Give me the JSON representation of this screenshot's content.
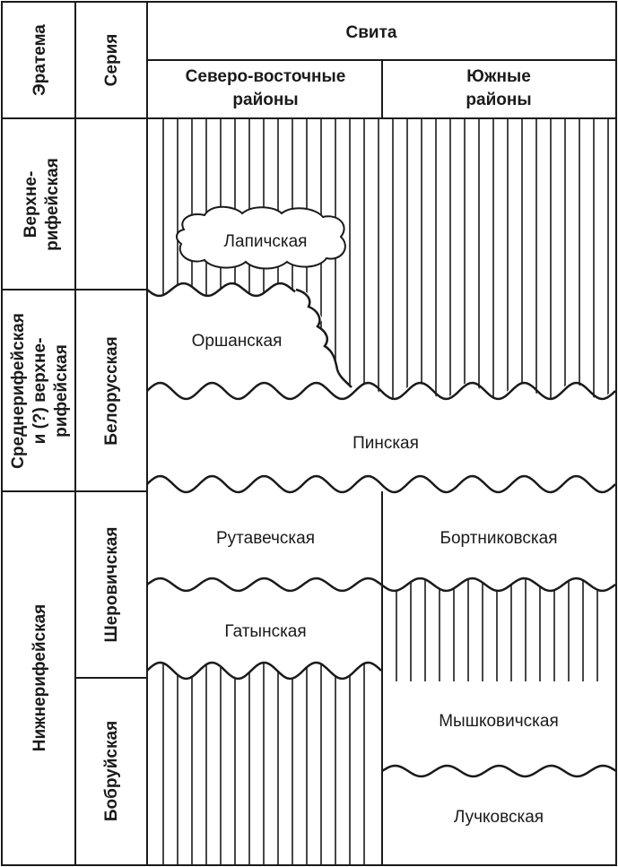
{
  "header": {
    "eratema": "Эратема",
    "seria": "Серия",
    "svita": "Свита",
    "northeast": [
      "Северо-восточные",
      "районы"
    ],
    "south": [
      "Южные",
      "районы"
    ]
  },
  "eratemas": {
    "upper": [
      "Верхне-",
      "рифейская"
    ],
    "middle": [
      "Среднерифейская",
      "и (?) верхне-",
      "рифейская"
    ],
    "lower": "Нижнерифейская"
  },
  "series": {
    "belorusskaya": "Белорусская",
    "sherovichskaya": "Шеровичская",
    "bobruyskaya": "Бобруйская"
  },
  "formations": {
    "lapichskaya": "Лапичская",
    "orshanskaya": "Оршанская",
    "pinskaya": "Пинская",
    "rutavechskaya": "Рутавечская",
    "bortnikovskaya": "Бортниковская",
    "gatynskaya": "Гатынская",
    "myshkovichskaya": "Мышковичская",
    "luchkovskaya": "Лучковская"
  }
}
